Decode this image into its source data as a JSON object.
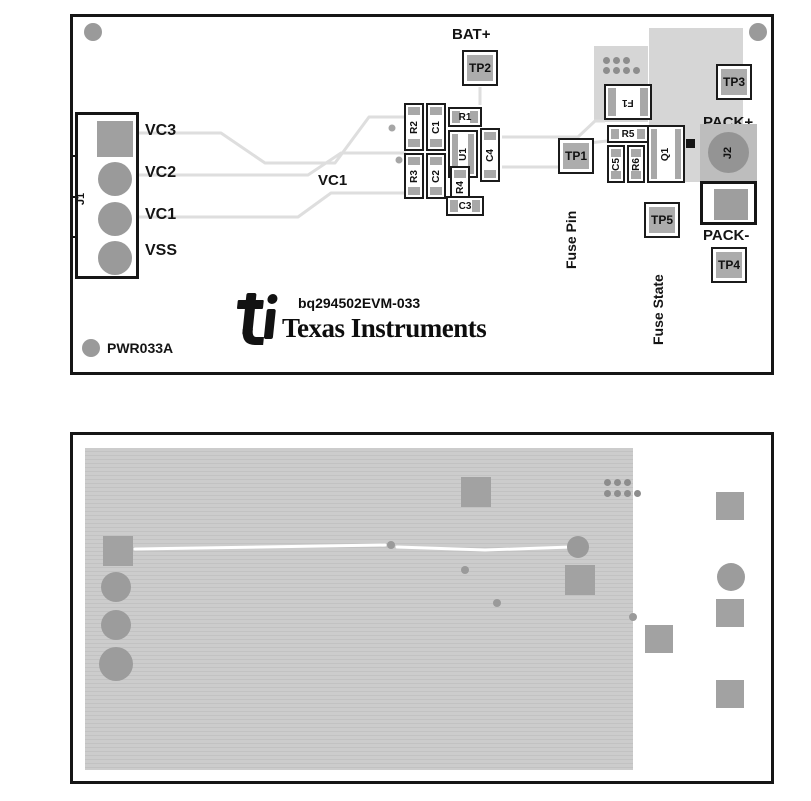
{
  "colors": {
    "board_outline": "#161616",
    "copper_pour": "#c8c8c8",
    "pad_gray": "#a2a2a2",
    "hole_gray": "#9a9a9a",
    "trace_gray": "#dedede"
  },
  "top_board": {
    "labels": {
      "bat": "BAT+",
      "pwr": "PWR033A",
      "evm": "bq294502EVM-033",
      "brand": "Texas Instruments",
      "vc3": "VC3",
      "vc2": "VC2",
      "vc1": "VC1",
      "vss": "VSS",
      "vc1_trace": "VC1",
      "j1": "J1",
      "j2": "J2",
      "pack_plus": "PACK+",
      "pack_minus": "PACK-",
      "fuse_pin": "Fuse Pin",
      "fuse_state": "Fuse State"
    },
    "test_points": {
      "tp1": "TP1",
      "tp2": "TP2",
      "tp3": "TP3",
      "tp4": "TP4",
      "tp5": "TP5"
    },
    "components": {
      "r1": "R1",
      "r2": "R2",
      "r3": "R3",
      "r4": "R4",
      "r5": "R5",
      "r6": "R6",
      "c1": "C1",
      "c2": "C2",
      "c3": "C3",
      "c4": "C4",
      "c5": "C5",
      "u1": "U1",
      "q1": "Q1",
      "f1": "F1"
    }
  }
}
